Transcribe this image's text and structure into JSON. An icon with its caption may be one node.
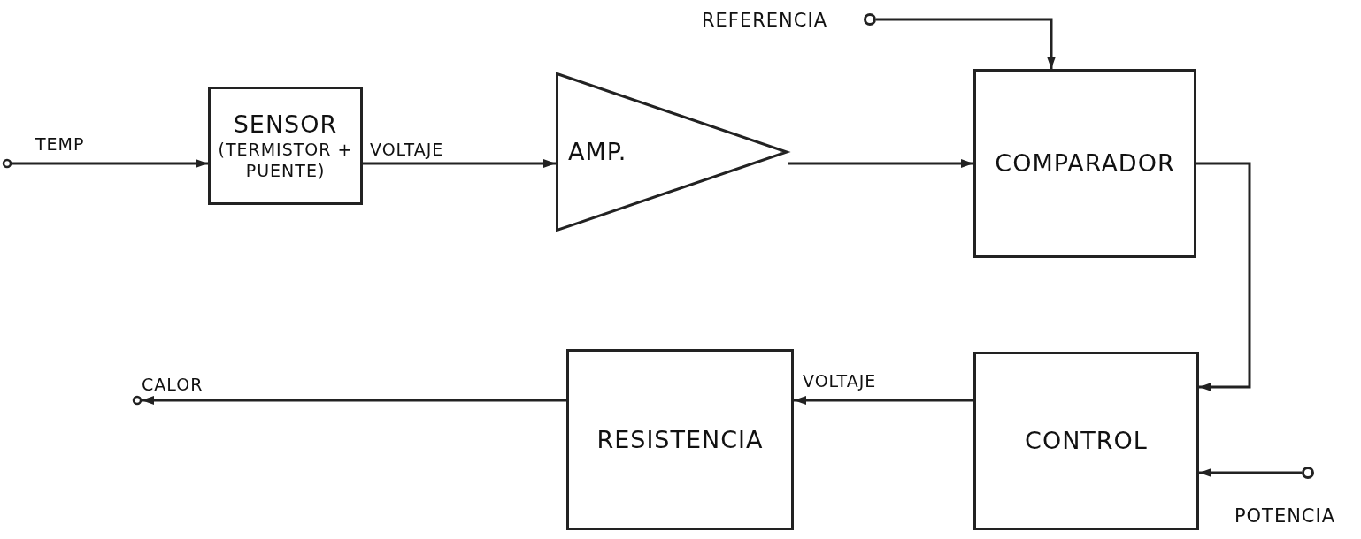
{
  "diagram": {
    "nodes": [
      {
        "text": [
          "SENSOR",
          "(TERMISTOR + PUENTE)"
        ]
      },
      {
        "text": [
          "AMP."
        ]
      },
      {
        "text": [
          "COMPARADOR"
        ]
      },
      {
        "text": [
          "RESISTENCIA"
        ]
      },
      {
        "text": [
          "CONTROL"
        ]
      },
      {
        "text": [
          "REFERENCIA"
        ]
      },
      {
        "text": [
          "POTENCIA"
        ]
      }
    ],
    "edges": [
      {
        "from": null,
        "to": 0,
        "arrow": "to",
        "label": "TEMP"
      },
      {
        "from": 0,
        "to": 1,
        "arrow": "to",
        "label": "VOLTAJE"
      },
      {
        "from": 1,
        "to": 2,
        "arrow": "to"
      },
      {
        "from": 5,
        "to": 2,
        "arrow": "to"
      },
      {
        "from": 2,
        "to": 4,
        "arrow": "to"
      },
      {
        "from": 6,
        "to": 4,
        "arrow": "to"
      },
      {
        "from": 4,
        "to": 3,
        "arrow": "to",
        "label": "VOLTAJE"
      },
      {
        "from": 3,
        "to": null,
        "arrow": "to",
        "label": "CALOR"
      }
    ]
  }
}
